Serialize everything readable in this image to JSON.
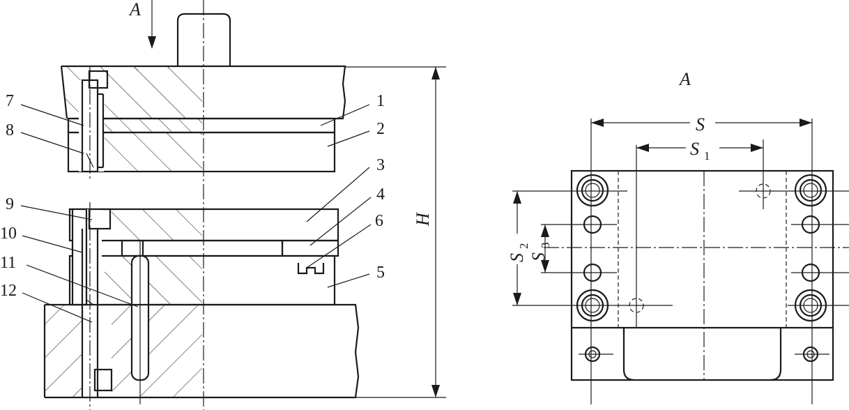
{
  "view_marks": {
    "arrow_label": "A",
    "view_label": "A"
  },
  "dimensions": {
    "H": "H",
    "S": "S",
    "S1": {
      "main": "S",
      "sub": "1"
    },
    "S2": {
      "main": "S",
      "sub": "2"
    },
    "S3": {
      "main": "S",
      "sub": "3"
    }
  },
  "part_labels": {
    "p1": "1",
    "p2": "2",
    "p3": "3",
    "p4": "4",
    "p5": "5",
    "p6": "6",
    "p7": "7",
    "p8": "8",
    "p9": "9",
    "p10": "10",
    "p11": "11",
    "p12": "12"
  }
}
